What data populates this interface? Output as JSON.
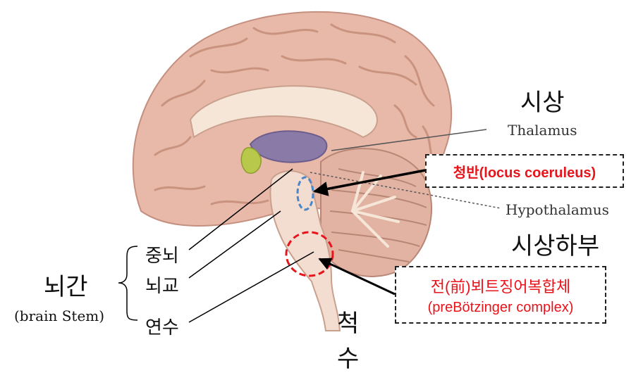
{
  "labels": {
    "thalamus_ko": "시상",
    "thalamus_en": "Thalamus",
    "hypothalamus_en": "Hypothalamus",
    "hypothalamus_ko": "시상하부",
    "locus": "청반(locus coeruleus)",
    "prebotz_ko": "전(前)뵈트징어복합체",
    "prebotz_en": "(preBötzinger complex)",
    "midbrain": "중뇌",
    "pons": "뇌교",
    "medulla": "연수",
    "brainstem_ko": "뇌간",
    "brainstem_en": "(brain Stem)",
    "spinal_1": "척",
    "spinal_2": "수"
  },
  "colors": {
    "accent_red": "#e8141b",
    "marker_blue": "#4a86c8",
    "tissue": "#f2ddd0",
    "cortex": "#e8b9a8",
    "ventricle": "#8a7aa8",
    "hypothalamus_green": "#b8c84a"
  }
}
